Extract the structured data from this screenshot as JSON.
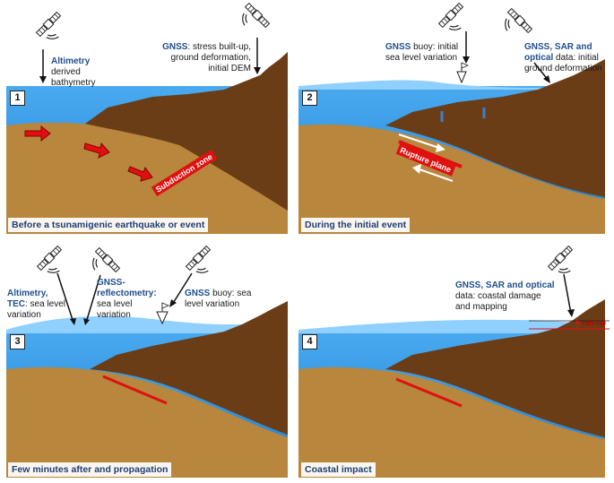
{
  "panels": [
    {
      "number": "1",
      "caption": "Before a tsunamigenic earthquake or event"
    },
    {
      "number": "2",
      "caption": "During the initial event"
    },
    {
      "number": "3",
      "caption": "Few minutes after and propagation"
    },
    {
      "number": "4",
      "caption": "Coastal impact"
    }
  ],
  "labels": {
    "altimetry_bold": "Altimetry",
    "altimetry_rest_1": "derived",
    "altimetry_rest_2": "bathymetry",
    "gnss1_bold": "GNSS",
    "gnss1_rest_1": ": stress built-up,",
    "gnss1_rest_2": "ground deformation,",
    "gnss1_rest_3": "initial DEM",
    "subduction": "Subduction zone",
    "buoy2_bold": "GNSS",
    "buoy2_rest_1": " buoy: initial",
    "buoy2_rest_2": "sea level variation",
    "sar2_line1": "GNSS, SAR and",
    "sar2_bold2": "optical",
    "sar2_rest2": " data: initial",
    "sar2_line3": "ground deformation",
    "rupture": "Rupture plane",
    "alt3_bold1": "Altimetry,",
    "alt3_bold2": "TEC",
    "alt3_rest2": ": sea level",
    "alt3_line3": "variation",
    "refl_bold1": "GNSS-",
    "refl_bold2": "reflectometry:",
    "refl_line3": "sea level",
    "refl_line4": "variation",
    "buoy3_bold": "GNSS",
    "buoy3_rest_1": " buoy: sea",
    "buoy3_rest_2": "level variation",
    "sar4_bold": "GNSS, SAR and optical",
    "sar4_line2": "data: coastal damage",
    "sar4_line3": "and mapping",
    "runup": "run-up"
  },
  "colors": {
    "ocean": "#2f9be6",
    "seafloor": "#b8863c",
    "plate": "#6b3d17",
    "rupture": "#e01010",
    "label_blue": "#1f4e8c"
  },
  "icons": [
    "satellite-icon",
    "buoy-icon",
    "arrow-icon"
  ]
}
